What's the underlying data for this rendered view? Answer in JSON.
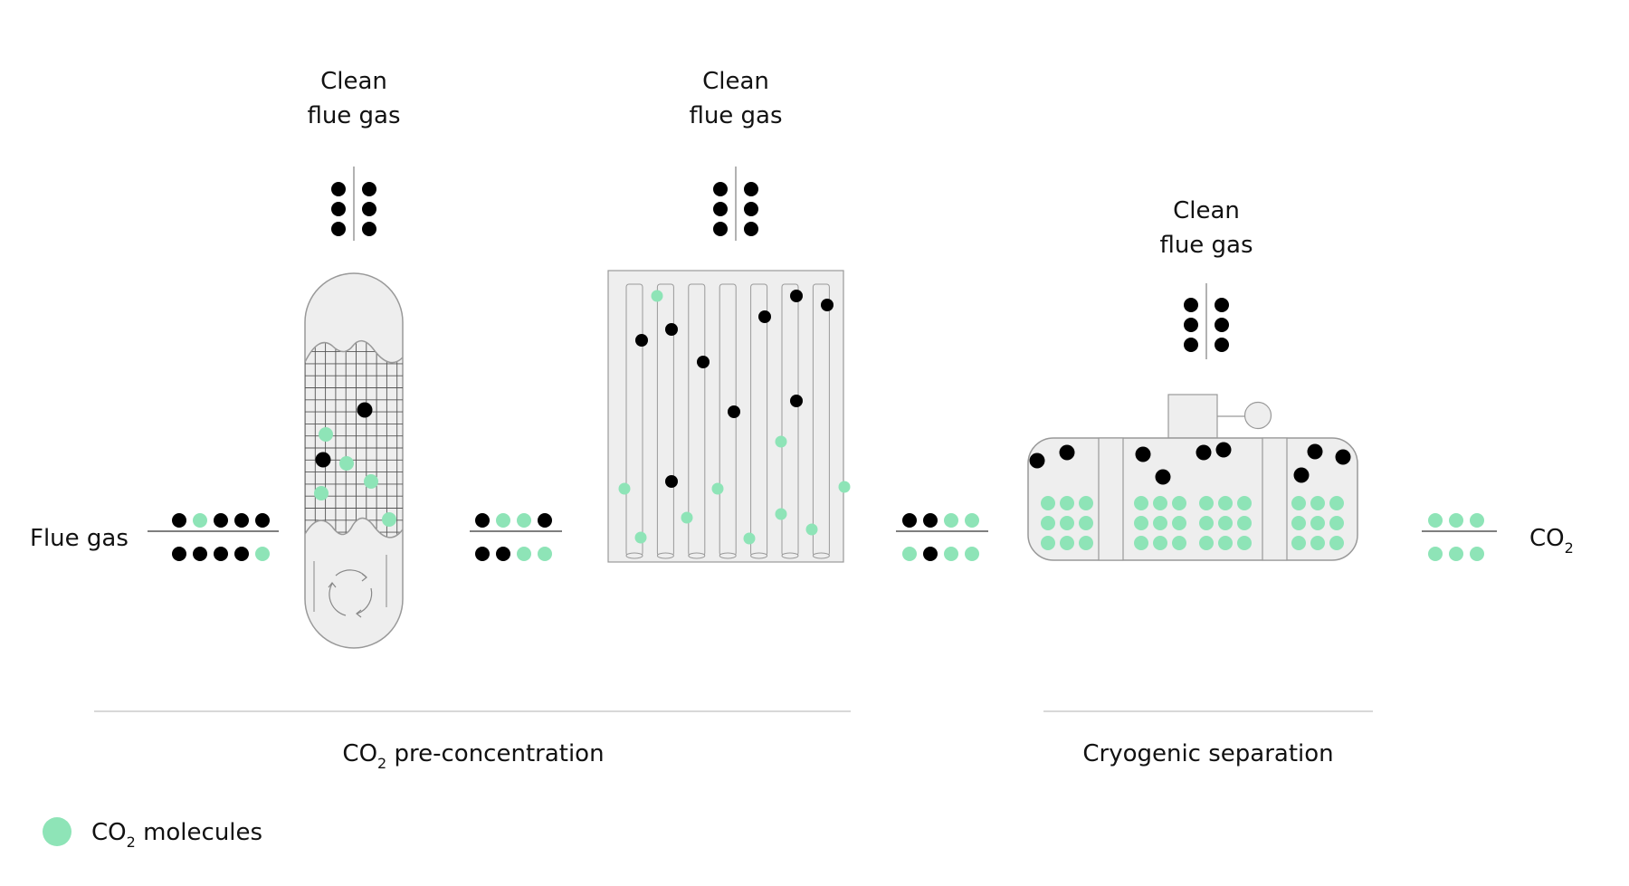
{
  "colors": {
    "co2": "#8ee4b7",
    "other": "#000000",
    "vessel_fill": "#eeeeee",
    "vessel_stroke": "#999999",
    "divider": "#cccccc"
  },
  "labels": {
    "flue_gas_in": "Flue gas",
    "co2_out_main": "CO",
    "co2_out_sub": "2",
    "clean_line1": "Clean",
    "clean_line2": "flue gas"
  },
  "outlets": [
    {
      "id": "adsorber",
      "line1": "Clean",
      "line2": "flue gas",
      "left_dots": [
        "o",
        "o",
        "o"
      ],
      "right_dots": [
        "o",
        "o",
        "o"
      ]
    },
    {
      "id": "membrane",
      "line1": "Clean",
      "line2": "flue gas",
      "left_dots": [
        "o",
        "o",
        "o"
      ],
      "right_dots": [
        "o",
        "o",
        "o"
      ]
    },
    {
      "id": "cryo",
      "line1": "Clean",
      "line2": "flue gas",
      "left_dots": [
        "o",
        "o",
        "o"
      ],
      "right_dots": [
        "o",
        "o",
        "o"
      ]
    }
  ],
  "streams": [
    {
      "id": "feed",
      "top": [
        "o",
        "c",
        "o",
        "o",
        "o"
      ],
      "bottom": [
        "o",
        "o",
        "o",
        "o",
        "c"
      ]
    },
    {
      "id": "after-adsorber",
      "top": [
        "o",
        "c",
        "c",
        "o"
      ],
      "bottom": [
        "o",
        "o",
        "c",
        "c"
      ]
    },
    {
      "id": "after-membrane",
      "top": [
        "o",
        "o",
        "c",
        "c"
      ],
      "bottom": [
        "c",
        "o",
        "c",
        "c"
      ]
    },
    {
      "id": "product",
      "top": [
        "c",
        "c",
        "c"
      ],
      "bottom": [
        "c",
        "c",
        "c"
      ]
    }
  ],
  "sections": [
    {
      "id": "pre-concentration",
      "main": "CO",
      "sub": "2",
      "rest": " pre-concentration"
    },
    {
      "id": "cryogenic",
      "title": "Cryogenic separation"
    }
  ],
  "legend": {
    "main": "CO",
    "sub": "2",
    "rest": " molecules"
  }
}
